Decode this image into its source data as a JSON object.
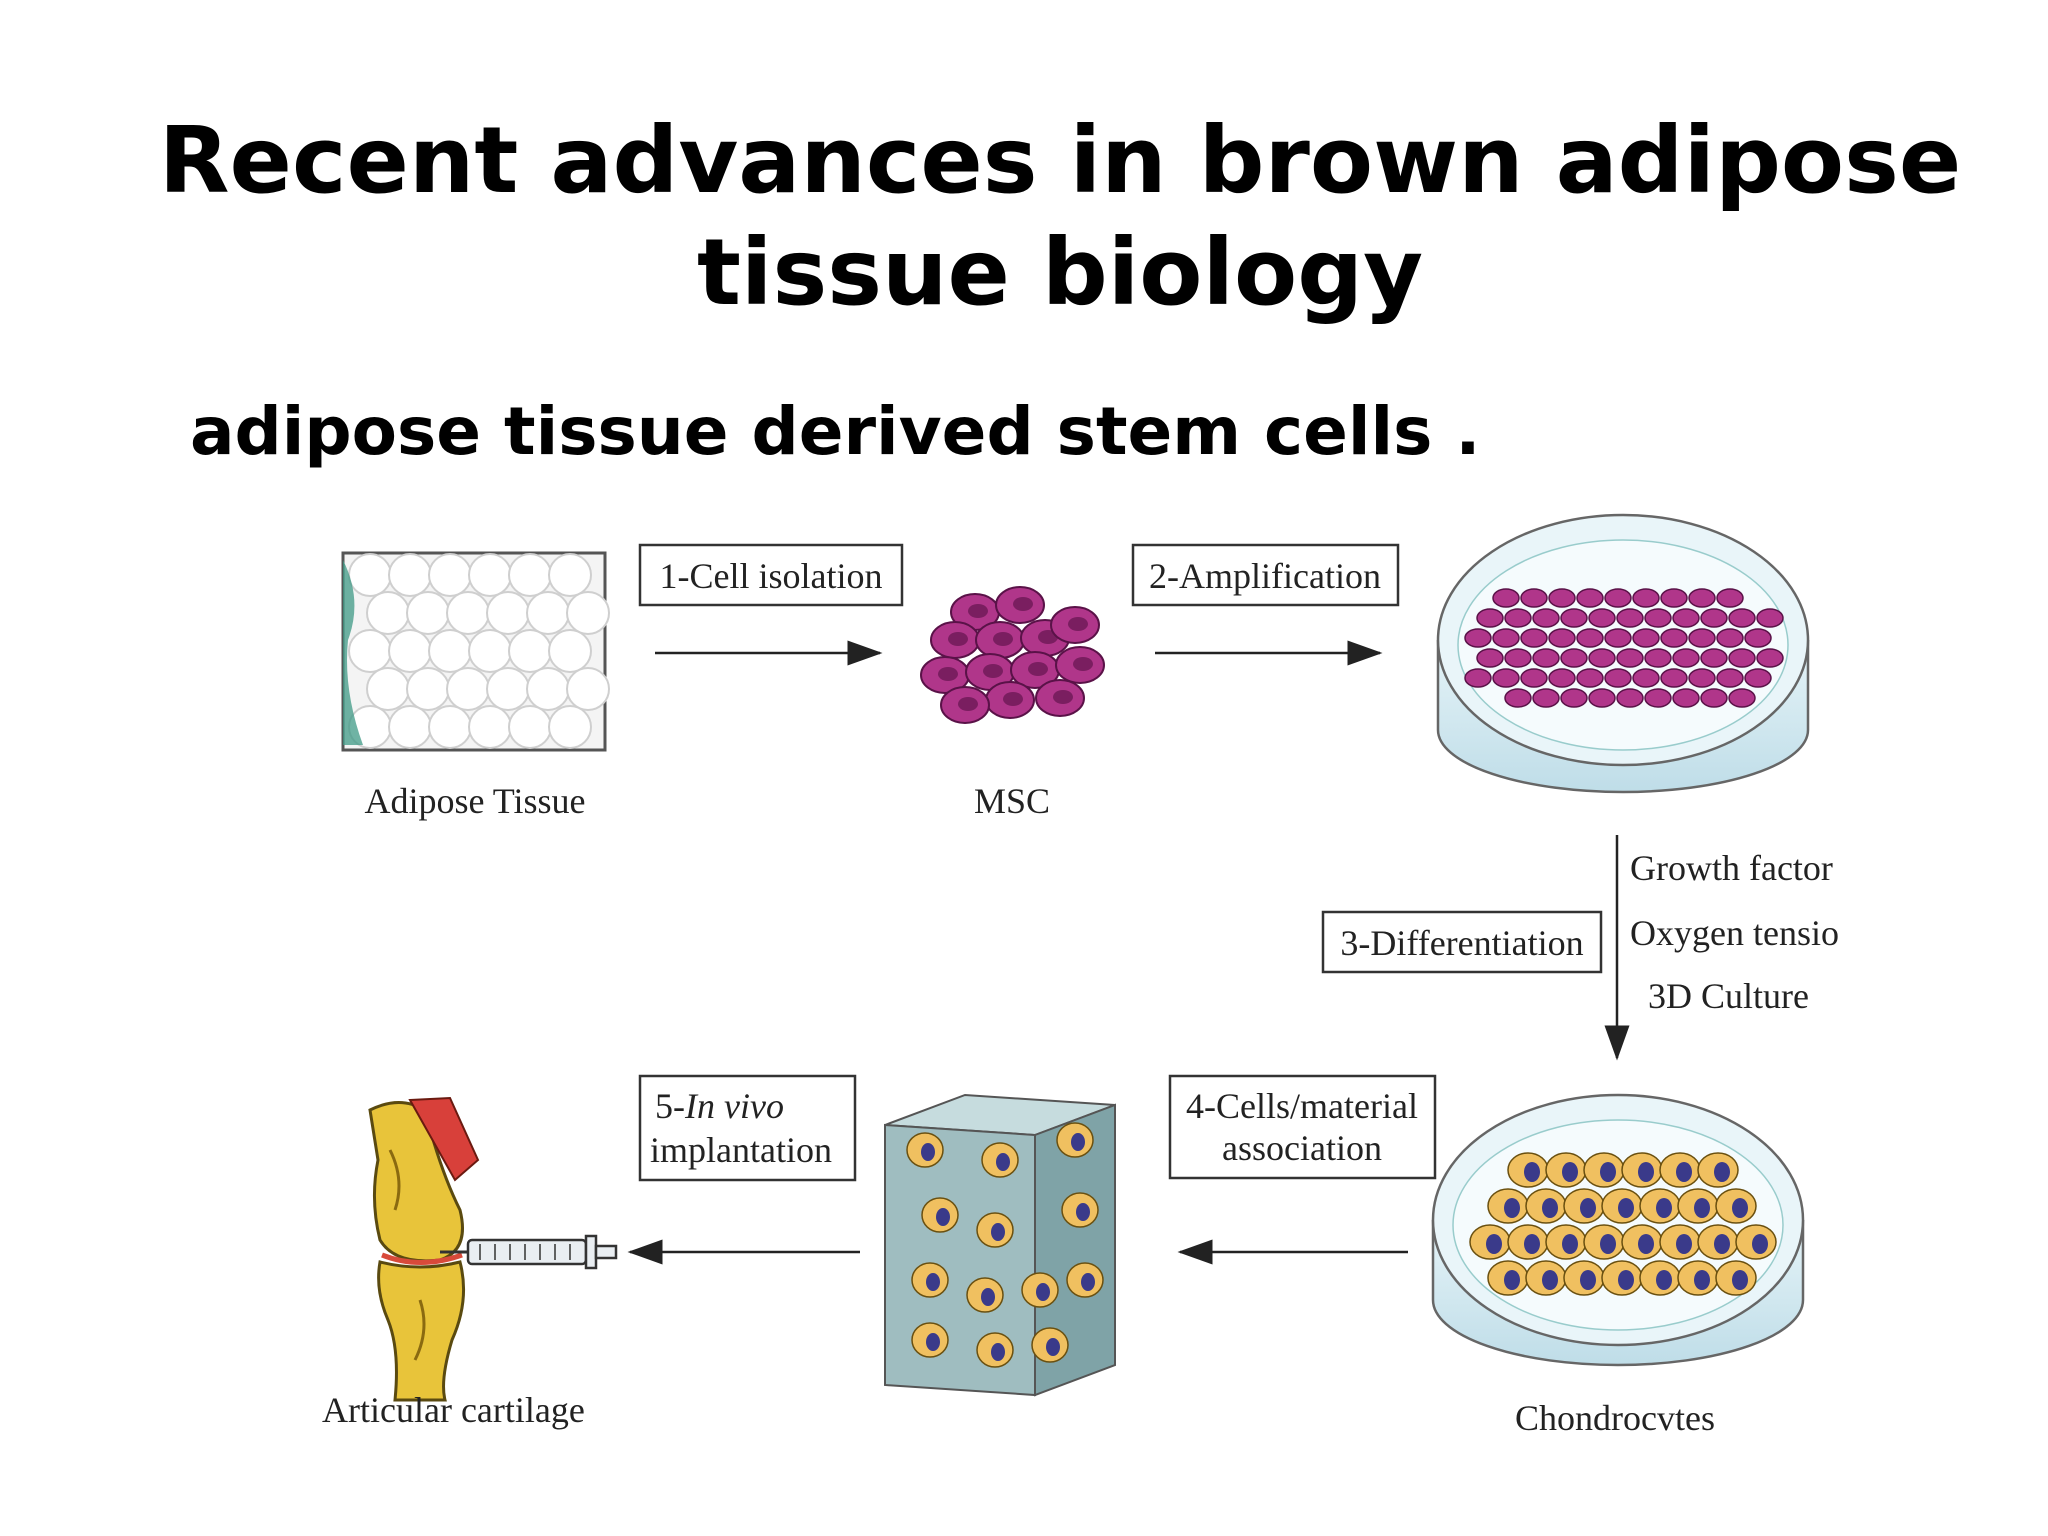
{
  "slide": {
    "title_line1": "Recent advances in brown adipose",
    "title_line2": "tissue biology",
    "subtitle": "adipose tissue derived stem cells ."
  },
  "diagram": {
    "steps": {
      "cell_isolation": "1-Cell isolation",
      "amplification": "2-Amplification",
      "differentiation": "3-Differentiation",
      "material_line1": "4-Cells/material",
      "material_line2": "association",
      "implant_line1_num": "5-",
      "implant_line1_em": "In vivo",
      "implant_line2": "implantation"
    },
    "labels": {
      "adipose": "Adipose Tissue",
      "msc": "MSC",
      "chondrocytes": "Chondrocvtes",
      "cartilage": "Articular cartilage"
    },
    "factors": [
      "Growth factor",
      "Oxygen tensio",
      "3D Culture"
    ],
    "colors": {
      "msc_cell": "#b0368a",
      "chondro_cell": "#f0c060",
      "nucleus": "#3a3a8a",
      "scaffold": "#9fbdc0",
      "dish": "#d8eef4"
    }
  }
}
